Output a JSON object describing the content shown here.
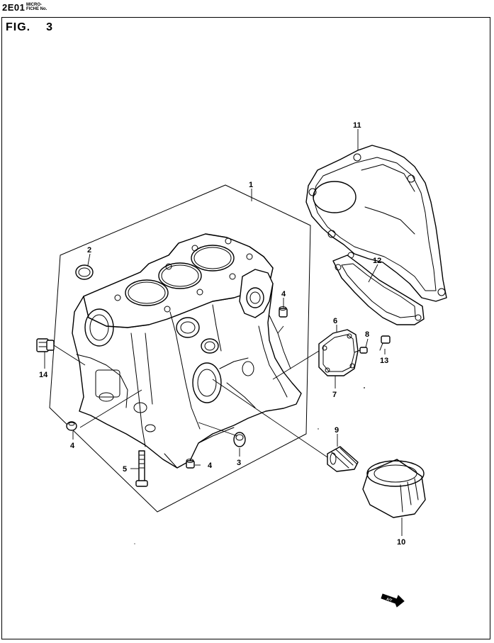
{
  "header": {
    "code": "2E01",
    "fiche_line1": "MICRO-",
    "fiche_line2": "FICHE No."
  },
  "figure": {
    "prefix": "FIG.",
    "number": "3"
  },
  "callouts": {
    "c1": "1",
    "c2": "2",
    "c3": "3",
    "c4a": "4",
    "c4b": "4",
    "c4c": "4",
    "c5": "5",
    "c6": "6",
    "c7": "7",
    "c8": "8",
    "c9": "9",
    "c10": "10",
    "c11": "11",
    "c12": "12",
    "c13": "13",
    "c14": "14"
  },
  "badge": {
    "text": "A/T"
  }
}
